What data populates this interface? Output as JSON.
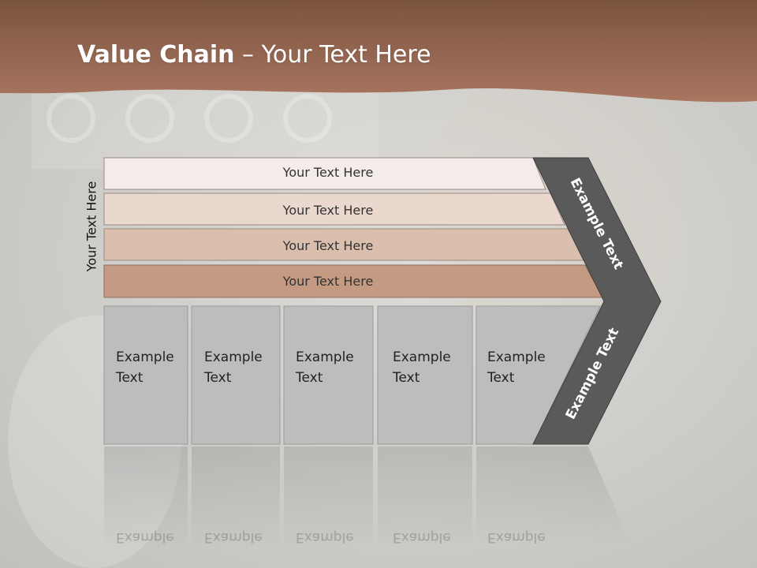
{
  "slide": {
    "title_bold": "Value Chain",
    "title_rest": " – Your Text Here",
    "side_label": "Your Text Here"
  },
  "rows": [
    {
      "label": "Your Text Here",
      "color": "#f4ecea"
    },
    {
      "label": "Your Text Here",
      "color": "#ead7cd"
    },
    {
      "label": "Your Text Here",
      "color": "#dbbfae"
    },
    {
      "label": "Your Text Here",
      "color": "#c49a82"
    }
  ],
  "boxes": [
    {
      "line1": "Example",
      "line2": "Text"
    },
    {
      "line1": "Example",
      "line2": "Text"
    },
    {
      "line1": "Example",
      "line2": "Text"
    },
    {
      "line1": "Example",
      "line2": "Text"
    },
    {
      "line1": "Example",
      "line2": "Text"
    }
  ],
  "chevron": {
    "upper_label": "Example Text",
    "lower_label": "Example Text",
    "color": "#5a5a5a"
  },
  "colors": {
    "header_band": "#9a6a50",
    "box_fill": "#bdbdbd"
  }
}
